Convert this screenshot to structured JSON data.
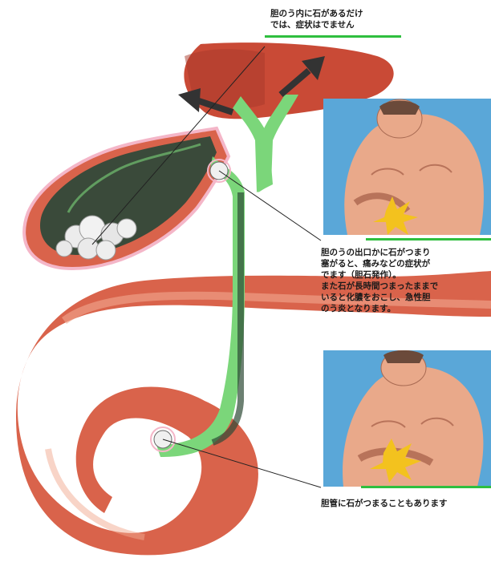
{
  "captions": {
    "top": "胆のう内に石があるだけ\nでは、症状はでません",
    "middle": "胆のうの出口かに石がつまり\n塞がると、痛みなどの症状が\nでます（胆石発作）。\nまた石が長時間つまったままで\nいると化膿をおこし、急性胆\nのう炎となります。",
    "bottom": "胆管に石がつまることもあります"
  },
  "colors": {
    "accent_rule": "#2fbf3f",
    "panel_background": "#5aa7d8",
    "skin": "#e9a98a",
    "organ": "#d9634b",
    "bile": "#7bd67a",
    "pain_burst": "#f3c21e"
  },
  "icons": {
    "arrow_left": "arrow-up-left-icon",
    "arrow_right": "arrow-up-right-icon",
    "pain": "pain-burst-icon"
  }
}
